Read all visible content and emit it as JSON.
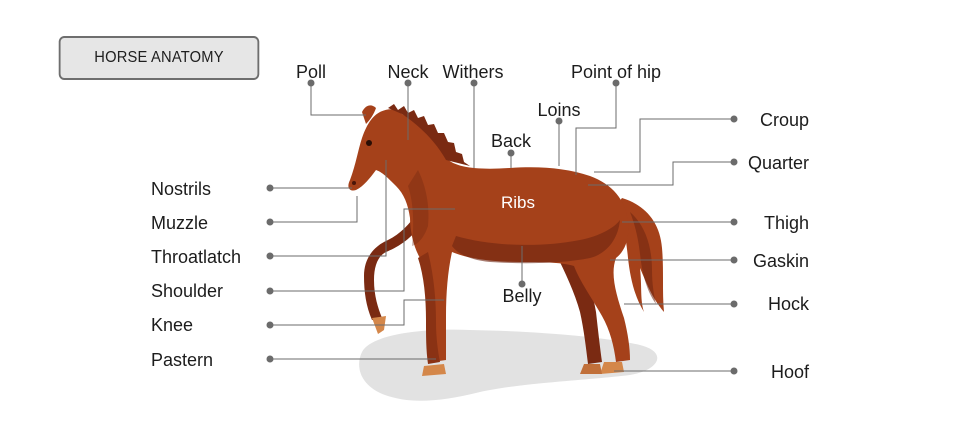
{
  "title": "HORSE ANATOMY",
  "labels": {
    "poll": "Poll",
    "neck": "Neck",
    "withers": "Withers",
    "point_of_hip": "Point of hip",
    "loins": "Loins",
    "back": "Back",
    "croup": "Croup",
    "quarter": "Quarter",
    "nostrils": "Nostrils",
    "muzzle": "Muzzle",
    "throatlatch": "Throatlatch",
    "shoulder": "Shoulder",
    "knee": "Knee",
    "pastern": "Pastern",
    "ribs": "Ribs",
    "belly": "Belly",
    "thigh": "Thigh",
    "gaskin": "Gaskin",
    "hock": "Hock",
    "hoof": "Hoof"
  },
  "colors": {
    "body": "#a5411a",
    "body_dark": "#6e2410",
    "hoof": "#d4874a",
    "shadow": "#e2e2e2",
    "leader": "#6b6b6b"
  }
}
